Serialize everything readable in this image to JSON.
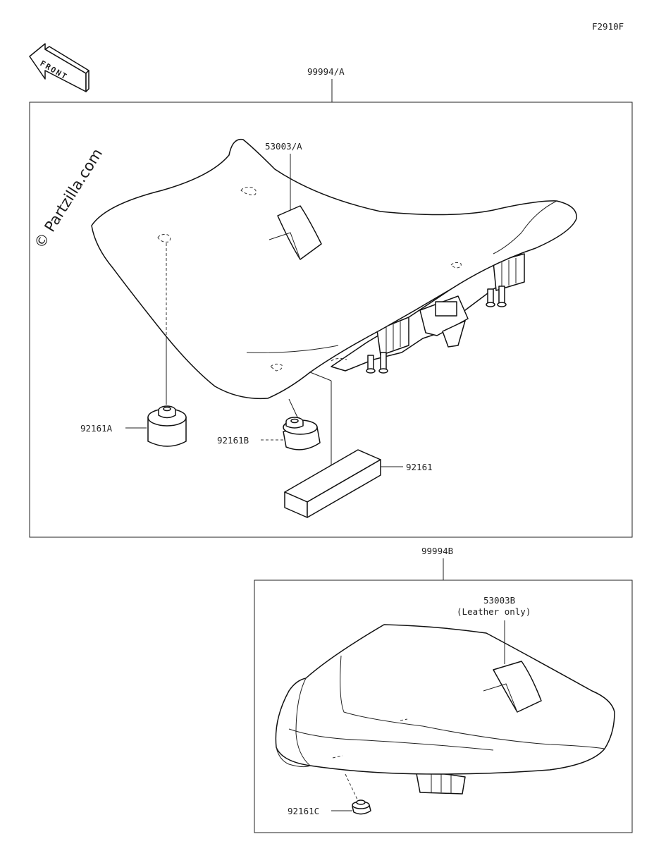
{
  "figure_code": "F2910F",
  "front_marker": "FRONT",
  "watermark": "© Partzilla.com",
  "assembly_a": {
    "label": "99994/A",
    "parts": {
      "emblem": "53003/A",
      "damper_a": "92161A",
      "damper_b": "92161B",
      "block": "92161"
    }
  },
  "assembly_b": {
    "label": "99994B",
    "parts": {
      "emblem": "53003B",
      "emblem_note": "(Leather only)",
      "damper_c": "92161C"
    }
  }
}
